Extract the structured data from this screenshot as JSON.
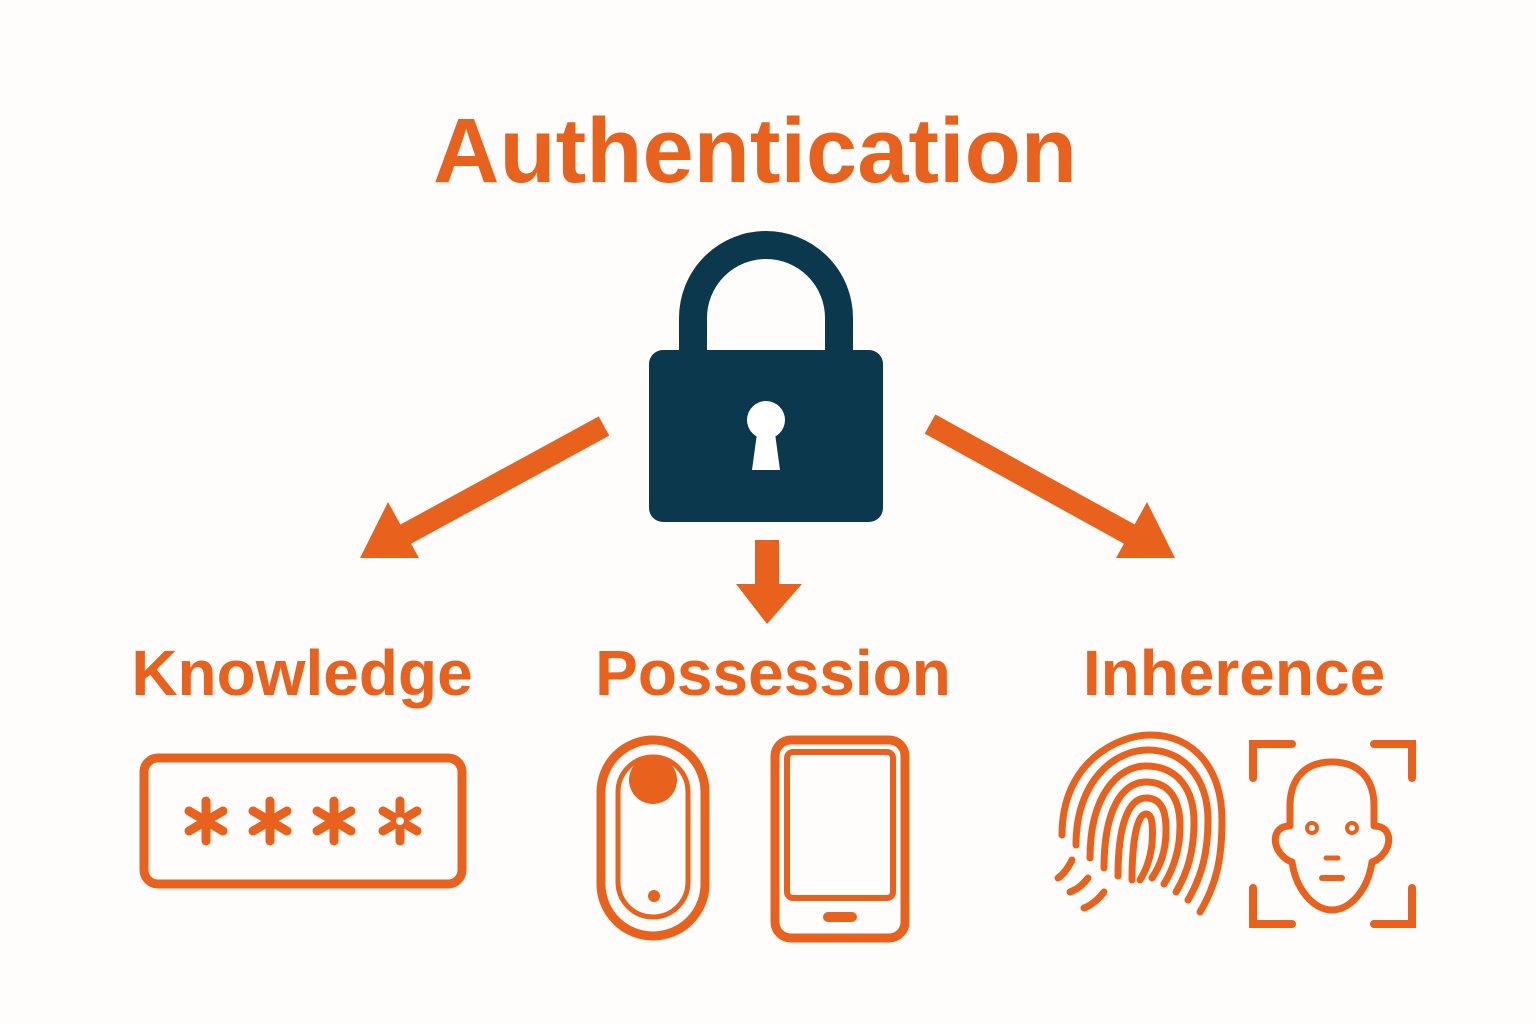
{
  "title": "Authentication",
  "factors": [
    {
      "label": "Knowledge"
    },
    {
      "label": "Possession"
    },
    {
      "label": "Inherence"
    }
  ],
  "icons": {
    "center": "padlock-icon",
    "knowledge": "password-field-icon",
    "possession": [
      "security-key-fob-icon",
      "smartphone-icon"
    ],
    "inherence": [
      "fingerprint-icon",
      "face-scan-icon"
    ]
  },
  "colors": {
    "accent": "#e8621e",
    "lock": "#0c384d",
    "background": "#fffdfb"
  }
}
